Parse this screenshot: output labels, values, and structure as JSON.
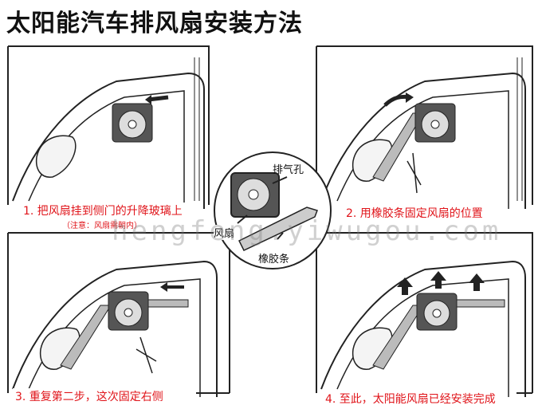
{
  "title": "太阳能汽车排风扇安装方法",
  "steps": [
    {
      "caption": "1. 把风扇挂到侧门的升降玻璃上",
      "note": "（注意：风扇需朝内）"
    },
    {
      "caption": "2. 用橡胶条固定风扇的位置"
    },
    {
      "caption": "3. 重复第二步，这次固定右侧"
    },
    {
      "caption": "4. 至此，太阳能风扇已经安装完成"
    }
  ],
  "center_labels": {
    "exhaust": "排气孔",
    "fan": "风扇",
    "rubber": "橡胶条"
  },
  "watermark": "hengfeng.yiwugou.com",
  "colors": {
    "caption": "#e0141a",
    "line": "#222222"
  }
}
